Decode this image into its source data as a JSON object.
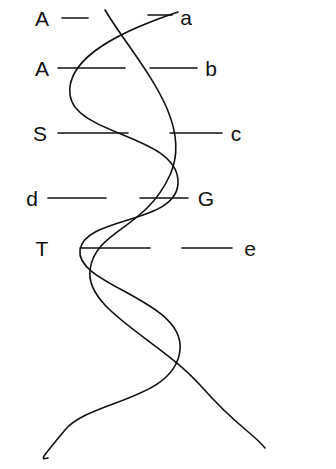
{
  "diagram": {
    "labels": [
      "A",
      "a",
      "A",
      "b",
      "S",
      "c",
      "d",
      "G",
      "T",
      "e"
    ]
  }
}
